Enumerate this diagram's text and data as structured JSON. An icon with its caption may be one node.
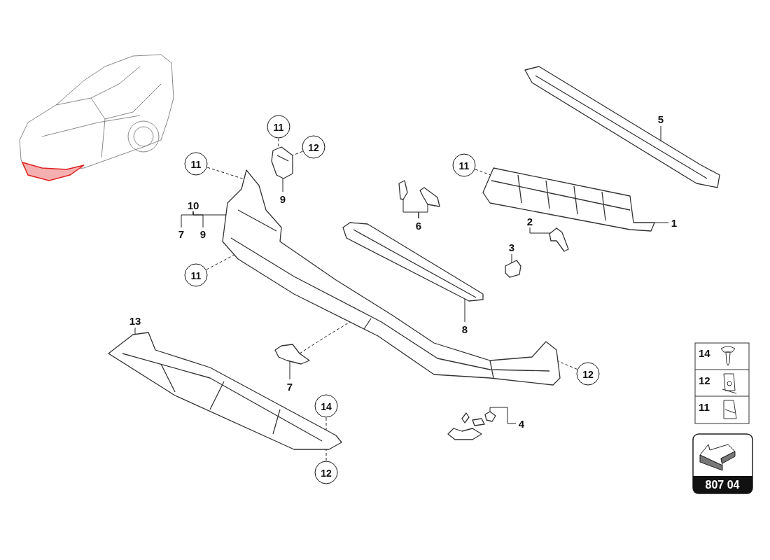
{
  "diagram": {
    "nodes": [
      {
        "text": [
          "5"
        ]
      },
      {
        "text": [],
        "shape": "picture"
      },
      {
        "text": [
          "11"
        ]
      },
      {
        "text": [],
        "shape": "picture"
      },
      {
        "text": [
          "1"
        ]
      },
      {
        "text": [
          "11"
        ]
      },
      {
        "text": [
          "12"
        ]
      },
      {
        "text": [],
        "shape": "picture"
      },
      {
        "text": [
          "9"
        ]
      },
      {
        "text": [
          "6"
        ]
      },
      {
        "text": [],
        "shape": "picture"
      },
      {
        "text": [],
        "shape": "picture"
      },
      {
        "text": [
          "11"
        ]
      },
      {
        "text": [
          "10"
        ]
      },
      {
        "text": [
          "7"
        ]
      },
      {
        "text": [
          "9"
        ]
      },
      {
        "text": [],
        "shape": "picture"
      },
      {
        "text": [
          "11"
        ]
      },
      {
        "text": [
          "2"
        ]
      },
      {
        "text": [],
        "shape": "picture"
      },
      {
        "text": [
          "3"
        ]
      },
      {
        "text": [],
        "shape": "picture"
      },
      {
        "text": [
          "8"
        ]
      },
      {
        "text": [],
        "shape": "picture"
      },
      {
        "text": [
          "13"
        ]
      },
      {
        "text": [],
        "shape": "picture"
      },
      {
        "text": [],
        "shape": "picture"
      },
      {
        "text": [
          "7"
        ]
      },
      {
        "text": [
          "12"
        ]
      },
      {
        "text": [
          "14"
        ]
      },
      {
        "text": [
          "12"
        ]
      },
      {
        "text": [],
        "shape": "picture"
      },
      {
        "text": [
          "4"
        ]
      }
    ],
    "edges": [
      {
        "from": 0,
        "to": 1,
        "arrow": "none"
      },
      {
        "from": 2,
        "to": 3,
        "arrow": "none",
        "style": "dashed"
      },
      {
        "from": 4,
        "to": 3,
        "arrow": "none"
      },
      {
        "from": 5,
        "to": 7,
        "arrow": "none",
        "style": "dashed"
      },
      {
        "from": 6,
        "to": 7,
        "arrow": "none",
        "style": "dashed"
      },
      {
        "from": 8,
        "to": 7,
        "arrow": "none"
      },
      {
        "from": 9,
        "to": 10,
        "arrow": "none"
      },
      {
        "from": 9,
        "to": 11,
        "arrow": "none"
      },
      {
        "from": 12,
        "to": 16,
        "arrow": "none",
        "style": "dashed"
      },
      {
        "from": 13,
        "to": 14,
        "arrow": "none"
      },
      {
        "from": 13,
        "to": 15,
        "arrow": "none"
      },
      {
        "from": 13,
        "to": 16,
        "arrow": "none"
      },
      {
        "from": 17,
        "to": 16,
        "arrow": "none",
        "style": "dashed"
      },
      {
        "from": 18,
        "to": 19,
        "arrow": "none"
      },
      {
        "from": 20,
        "to": 21,
        "arrow": "none"
      },
      {
        "from": 22,
        "to": 23,
        "arrow": "none"
      },
      {
        "from": 24,
        "to": 25,
        "arrow": "none"
      },
      {
        "from": 27,
        "to": 26,
        "arrow": "none"
      },
      {
        "from": 26,
        "to": 16,
        "arrow": "none",
        "style": "dashed"
      },
      {
        "from": 28,
        "to": 16,
        "arrow": "none",
        "style": "dashed"
      },
      {
        "from": 29,
        "to": 25,
        "arrow": "none",
        "style": "dashed"
      },
      {
        "from": 30,
        "to": 25,
        "arrow": "none",
        "style": "dashed"
      },
      {
        "from": 32,
        "to": 31,
        "arrow": "none"
      }
    ],
    "labels": [
      "14",
      "12",
      "11",
      "807 04"
    ]
  }
}
